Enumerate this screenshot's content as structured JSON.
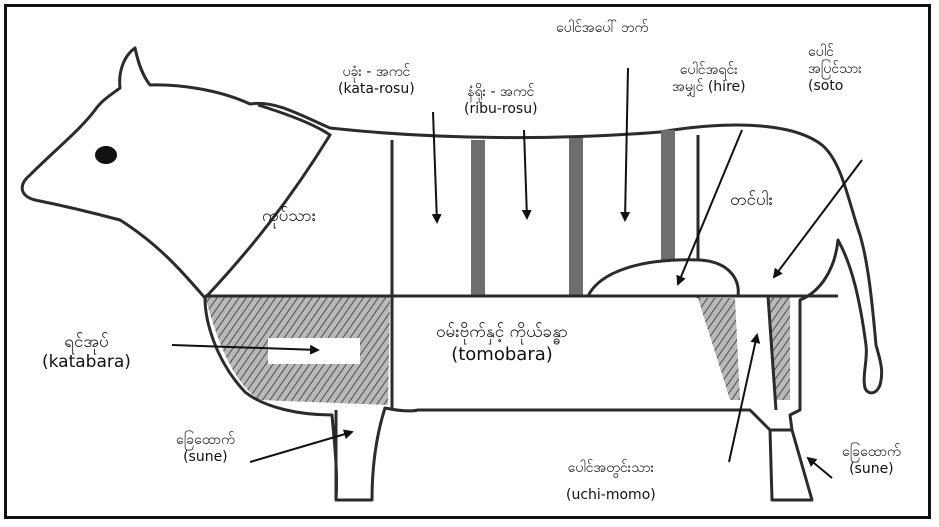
{
  "labels": {
    "kata_rosu": {
      "mm": "ပခုံး - အကင်",
      "en": "(kata-rosu)"
    },
    "ribu_rosu": {
      "mm": "နံရိုး - အကင်",
      "en": "(ribu-rosu)"
    },
    "upper_back": {
      "mm": "ပေါင်အပေါ် ဘက်"
    },
    "hire": {
      "mm": "ပေါင်အရင်း",
      "mm2": "အမျှင်",
      "en": "(hire)"
    },
    "soto": {
      "mm": "ပေါင်",
      "mm2": "အပြင်သား",
      "en": "(soto"
    },
    "neck": {
      "mm": "ကုပ်သား"
    },
    "rump": {
      "mm": "တင်ပါး"
    },
    "katabara": {
      "mm": "ရင်အုပ်",
      "en": "(katabara)"
    },
    "tomobara": {
      "mm": "ဝမ်းဗိုက်နှင့် ကိုယ်ခန္ဓာ",
      "en": "(tomobara)"
    },
    "uchi_momo": {
      "mm": "ပေါင်အတွင်းသား",
      "en": "(uchi-momo)"
    },
    "sune_front": {
      "mm": "ခြေထောက်",
      "en": "(sune)"
    },
    "sune_rear": {
      "mm": "ခြေထောက်",
      "en": "(sune)"
    }
  },
  "colors": {
    "outline": "#2b2b2b",
    "stripe": "#6e6e6e",
    "hatch": "#7a7a7a",
    "arrow": "#111111"
  }
}
